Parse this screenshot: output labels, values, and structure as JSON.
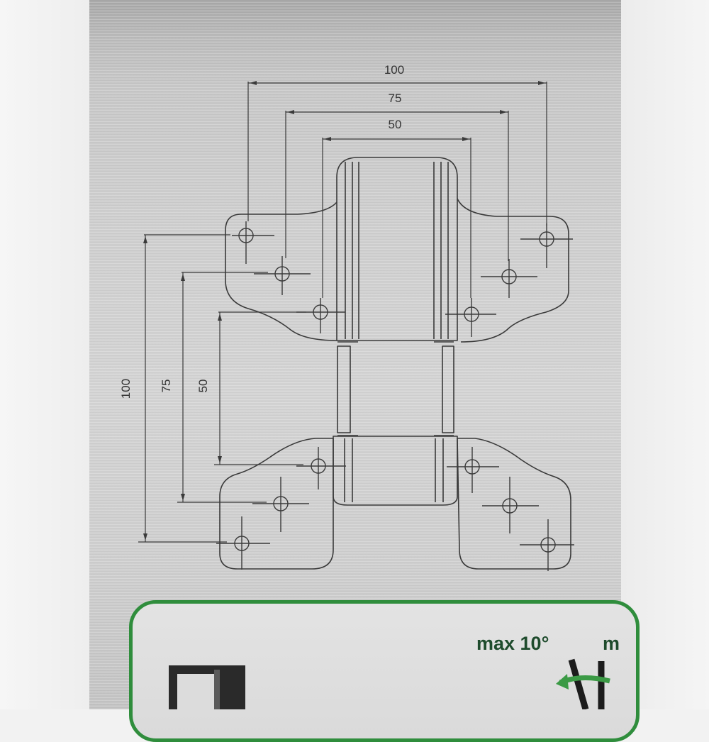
{
  "diagram": {
    "horizontal_dimensions": [
      "100",
      "75",
      "50"
    ],
    "vertical_dimensions": [
      "100",
      "75",
      "50"
    ]
  },
  "info_panel": {
    "tilt_label": "max 10°",
    "tilt_label_partial": "m"
  },
  "colors": {
    "panel_border": "#2f8d3c",
    "arrow": "#3b9a45",
    "label_text": "#1e4b2c"
  },
  "icons": [
    "tilt-arrow-icon",
    "monitor-icon"
  ]
}
